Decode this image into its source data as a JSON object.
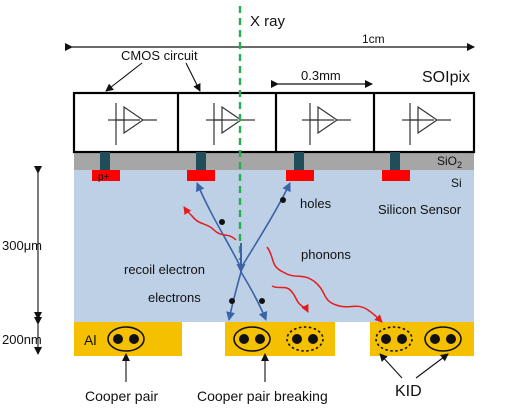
{
  "labels": {
    "xray": "X ray",
    "width": "1cm",
    "cmos": "CMOS circuit",
    "pitch": "0.3mm",
    "soipix": "SOIpix",
    "sio2": "SiO",
    "sio2_sub": "2",
    "si": "Si",
    "p_plus": "p+",
    "holes": "holes",
    "silicon_sensor": "Silicon Sensor",
    "thickness_si": "300μm",
    "phonons": "phonons",
    "recoil_electron": "recoil electron",
    "electrons": "electrons",
    "thickness_al": "200nm",
    "al": "Al",
    "cooper_pair": "Cooper pair",
    "cooper_pair_breaking": "Cooper pair breaking",
    "kid": "KID"
  },
  "colors": {
    "xray": "#22b14c",
    "sensor": "#bdd0e6",
    "oxide": "#a6a6a6",
    "implant": "#ff0000",
    "via": "#1f4e5a",
    "aluminum": "#f5c000",
    "track": "#3a63a8",
    "phonon": "#e51c1c"
  }
}
